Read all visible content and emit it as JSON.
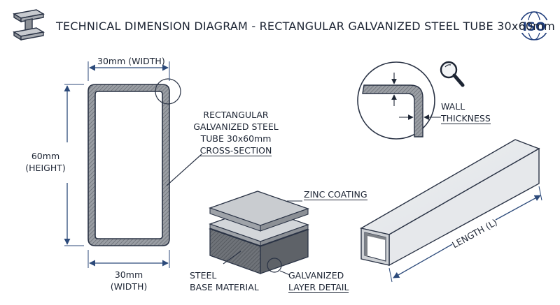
{
  "header": {
    "title": "TECHNICAL DIMENSION DIAGRAM - RECTANGULAR GALVANIZED STEEL TUBE 30x60mm",
    "logo_text": "ISO",
    "icons": [
      "steel-beam-icon",
      "iso-globe-logo",
      "magnifier-icon"
    ]
  },
  "cross_section": {
    "width_top": "30mm (WIDTH)",
    "height_line1": "60mm",
    "height_line2": "(HEIGHT)",
    "width_bottom_line1": "30mm",
    "width_bottom_line2": "(WIDTH)",
    "desc_lines": [
      "RECTANGULAR",
      "GALVANIZED STEEL",
      "TUBE 30x60mm",
      "CROSS-SECTION"
    ]
  },
  "wall_detail": {
    "label_line1": "WALL",
    "label_line2": "THICKNESS"
  },
  "layers": {
    "zinc": "ZINC COATING",
    "steel_line1": "STEEL",
    "steel_line2": "BASE MATERIAL",
    "galv_line1": "GALVANIZED",
    "galv_line2": "LAYER DETAIL"
  },
  "tube": {
    "length_label": "LENGTH (L)"
  },
  "colors": {
    "line": "#2a3345",
    "dimension_blue": "#2c4a7a",
    "wall_fill": "#8f9399",
    "zinc_fill": "#c9ccd0",
    "steel_fill": "#6d7176",
    "logo_blue": "#1d3b7a"
  }
}
